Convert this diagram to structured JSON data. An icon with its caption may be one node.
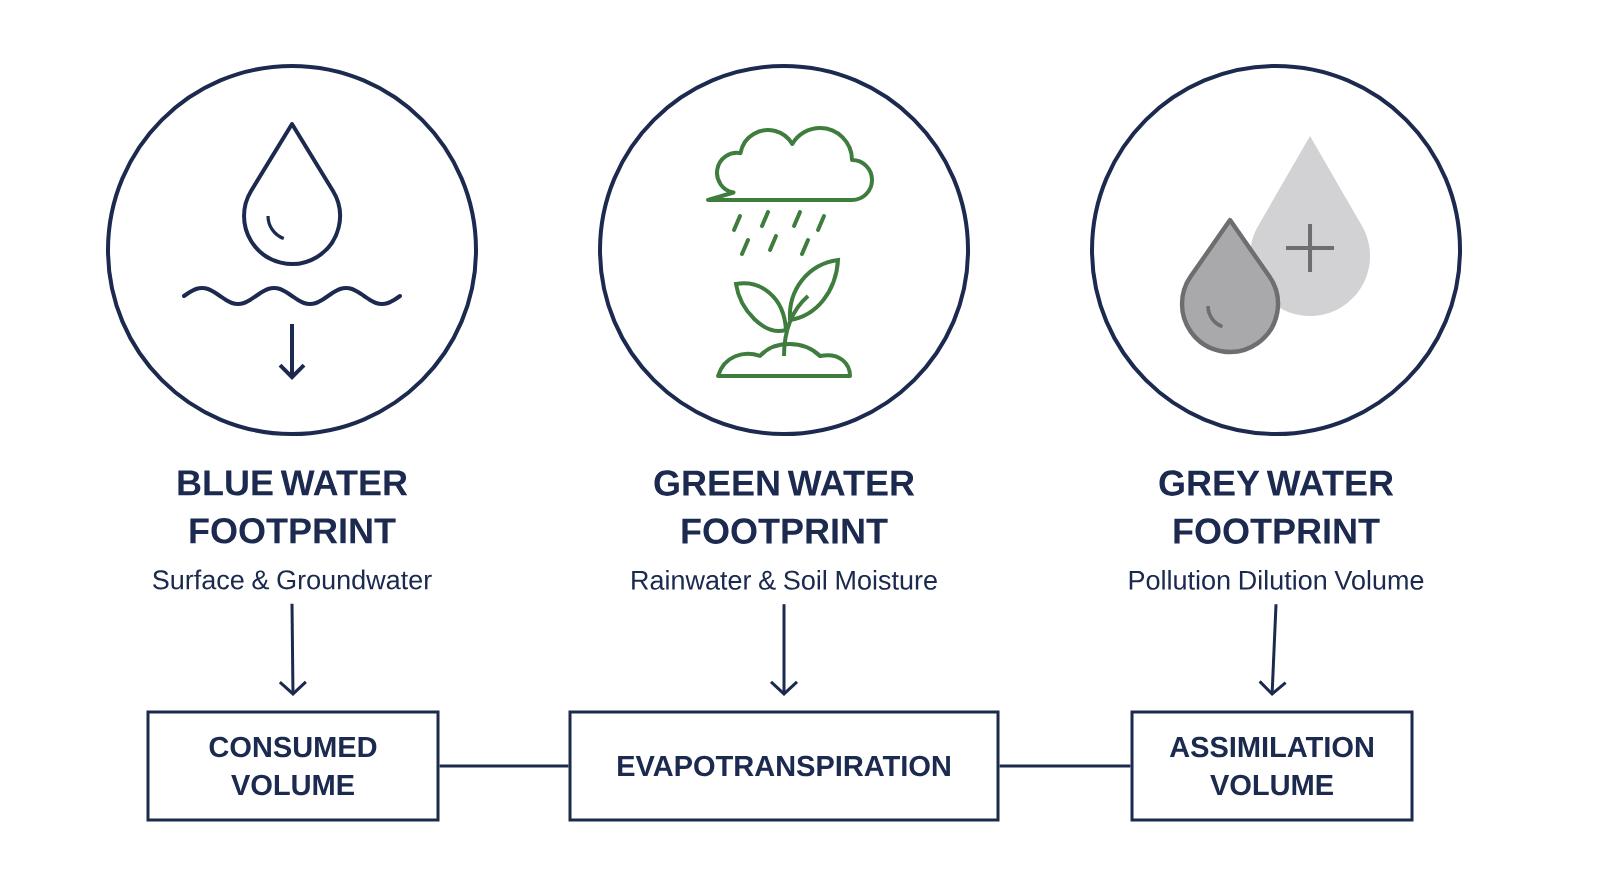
{
  "diagram": {
    "nodes": [
      {
        "text": [
          "BLUE WATER FOOTPRINT",
          "Surface & Groundwater"
        ]
      },
      {
        "text": [
          "GREEN WATER FOOTPRINT",
          "Rainwater & Soil Moisture"
        ]
      },
      {
        "text": [
          "GREY WATER FOOTPRINT",
          "Pollution Dilution Volume"
        ]
      },
      {
        "text": [
          "CONSUMED VOLUME"
        ]
      },
      {
        "text": [
          "EVAPOTRANSPIRATION"
        ]
      },
      {
        "text": [
          "ASSIMILATION VOLUME"
        ]
      }
    ],
    "edges": [
      {
        "from": 0,
        "to": 3,
        "arrow": "to"
      },
      {
        "from": 1,
        "to": 4,
        "arrow": "to"
      },
      {
        "from": 2,
        "to": 5,
        "arrow": "to"
      },
      {
        "from": 3,
        "to": 4,
        "arrow": "none"
      },
      {
        "from": 4,
        "to": 5,
        "arrow": "none"
      }
    ]
  }
}
